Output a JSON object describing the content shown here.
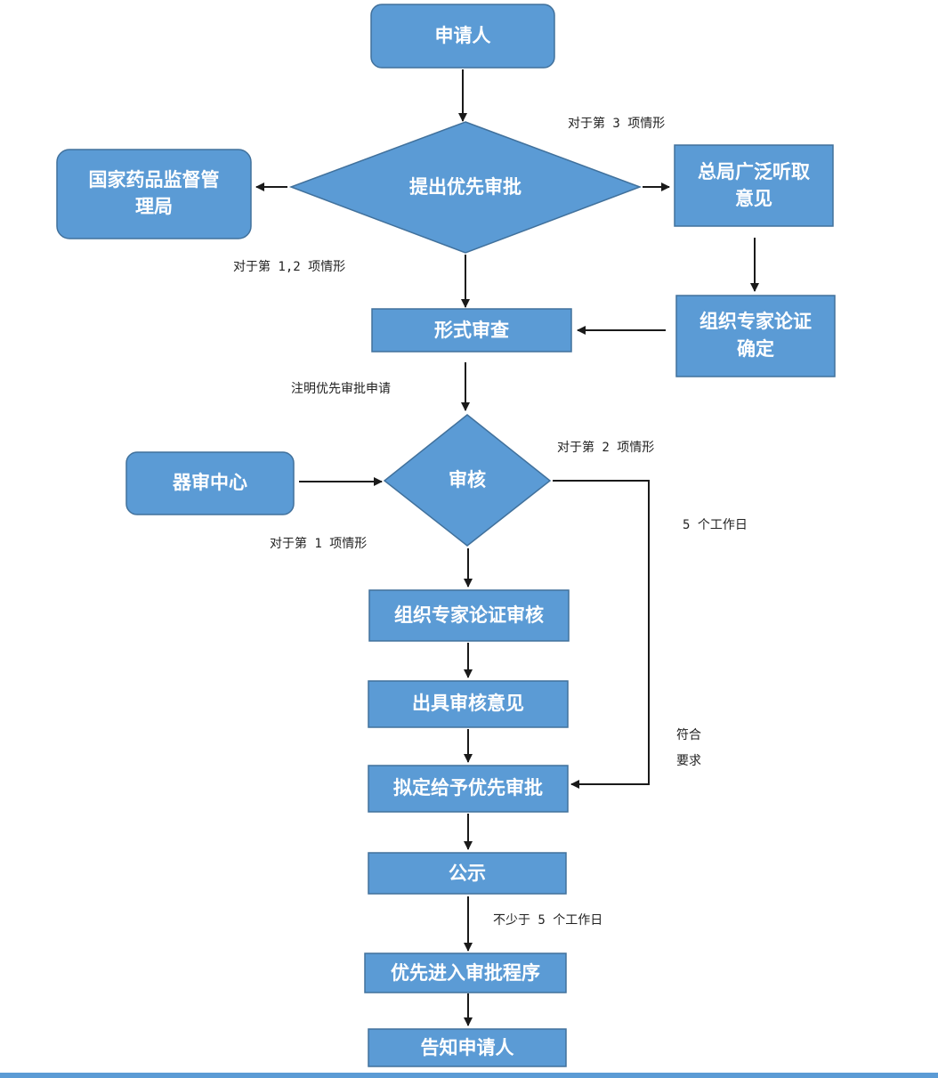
{
  "nodes": {
    "applicant": "申请人",
    "nmpa": [
      "国家药品监督管",
      "理局"
    ],
    "submit": "提出优先审批",
    "solicit": [
      "总局广泛听取",
      "意见"
    ],
    "expert_confirm": [
      "组织专家论证",
      "确定"
    ],
    "formal_review": "形式审查",
    "device_center": "器审中心",
    "audit": "审核",
    "expert_audit": "组织专家论证审核",
    "opinion": "出具审核意见",
    "propose": "拟定给予优先审批",
    "publicize": "公示",
    "enter": "优先进入审批程序",
    "notify": "告知申请人"
  },
  "notes": {
    "case3": "对于第 3 项情形",
    "case12": "对于第 1,2 项情形",
    "mark": "注明优先审批申请",
    "case2": "对于第 2 项情形",
    "case1": "对于第 1 项情形",
    "days5": "5 个工作日",
    "meets": [
      "符合",
      "要求"
    ],
    "atleast": "不少于 5 个工作日"
  },
  "colors": {
    "node_fill": "#5b9bd5",
    "node_stroke": "#41719c",
    "text": "#ffffff",
    "arrow": "#1a1a1a"
  }
}
